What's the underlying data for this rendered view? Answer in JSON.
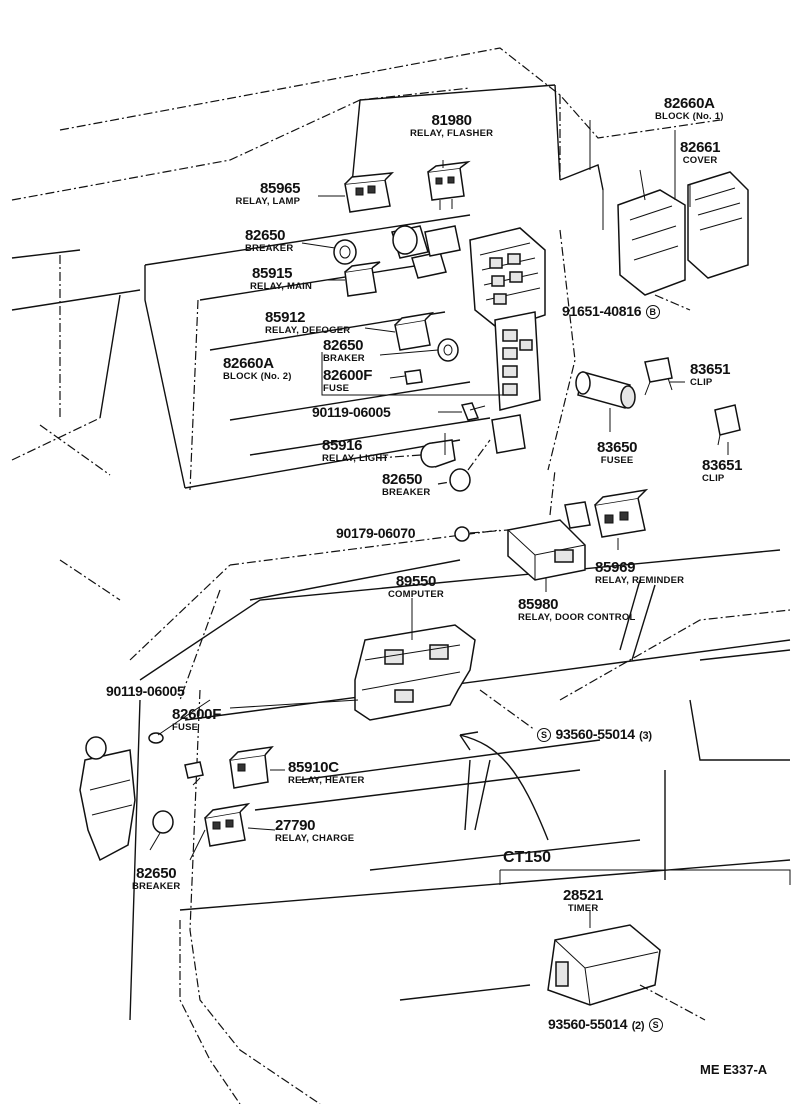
{
  "parts": {
    "p81980": {
      "number": "81980",
      "name": "RELAY, FLASHER"
    },
    "p82660a_1": {
      "number": "82660A",
      "name": "BLOCK (No. 1)"
    },
    "p82661": {
      "number": "82661",
      "name": "COVER"
    },
    "p85965": {
      "number": "85965",
      "name": "RELAY, LAMP"
    },
    "p82650_a": {
      "number": "82650",
      "name": "BREAKER"
    },
    "p85915": {
      "number": "85915",
      "name": "RELAY, MAIN"
    },
    "p91651": {
      "number": "91651-40816"
    },
    "p85912": {
      "number": "85912",
      "name": "RELAY, DEFOGER"
    },
    "p82650_b": {
      "number": "82650",
      "name": "BRAKER"
    },
    "p82660a_2": {
      "number": "82660A",
      "name": "BLOCK (No. 2)"
    },
    "p82600f_a": {
      "number": "82600F",
      "name": "FUSE"
    },
    "p83651_a": {
      "number": "83651",
      "name": "CLIP"
    },
    "p90119_a": {
      "number": "90119-06005"
    },
    "p85916": {
      "number": "85916",
      "name": "RELAY, LIGHT"
    },
    "p83650": {
      "number": "83650",
      "name": "FUSEE"
    },
    "p83651_b": {
      "number": "83651",
      "name": "CLIP"
    },
    "p82650_c": {
      "number": "82650",
      "name": "BREAKER"
    },
    "p90179": {
      "number": "90179-06070"
    },
    "p85969": {
      "number": "85969",
      "name": "RELAY, REMINDER"
    },
    "p89550": {
      "number": "89550",
      "name": "COMPUTER"
    },
    "p85980": {
      "number": "85980",
      "name": "RELAY, DOOR CONTROL"
    },
    "p90119_b": {
      "number": "90119-06005"
    },
    "p82600f_b": {
      "number": "82600F",
      "name": "FUSE"
    },
    "p93560_a": {
      "number": "93560-55014",
      "qty": "(3)"
    },
    "p85910c": {
      "number": "85910C",
      "name": "RELAY, HEATER"
    },
    "p27790": {
      "number": "27790",
      "name": "RELAY, CHARGE"
    },
    "p82650_d": {
      "number": "82650",
      "name": "BREAKER"
    },
    "p28521": {
      "number": "28521",
      "name": "TIMER"
    },
    "p93560_b": {
      "number": "93560-55014",
      "qty": "(2)"
    }
  },
  "marks": {
    "b": "B",
    "s": "S"
  },
  "variant": "CT150",
  "figure_code": "ME E337-A"
}
